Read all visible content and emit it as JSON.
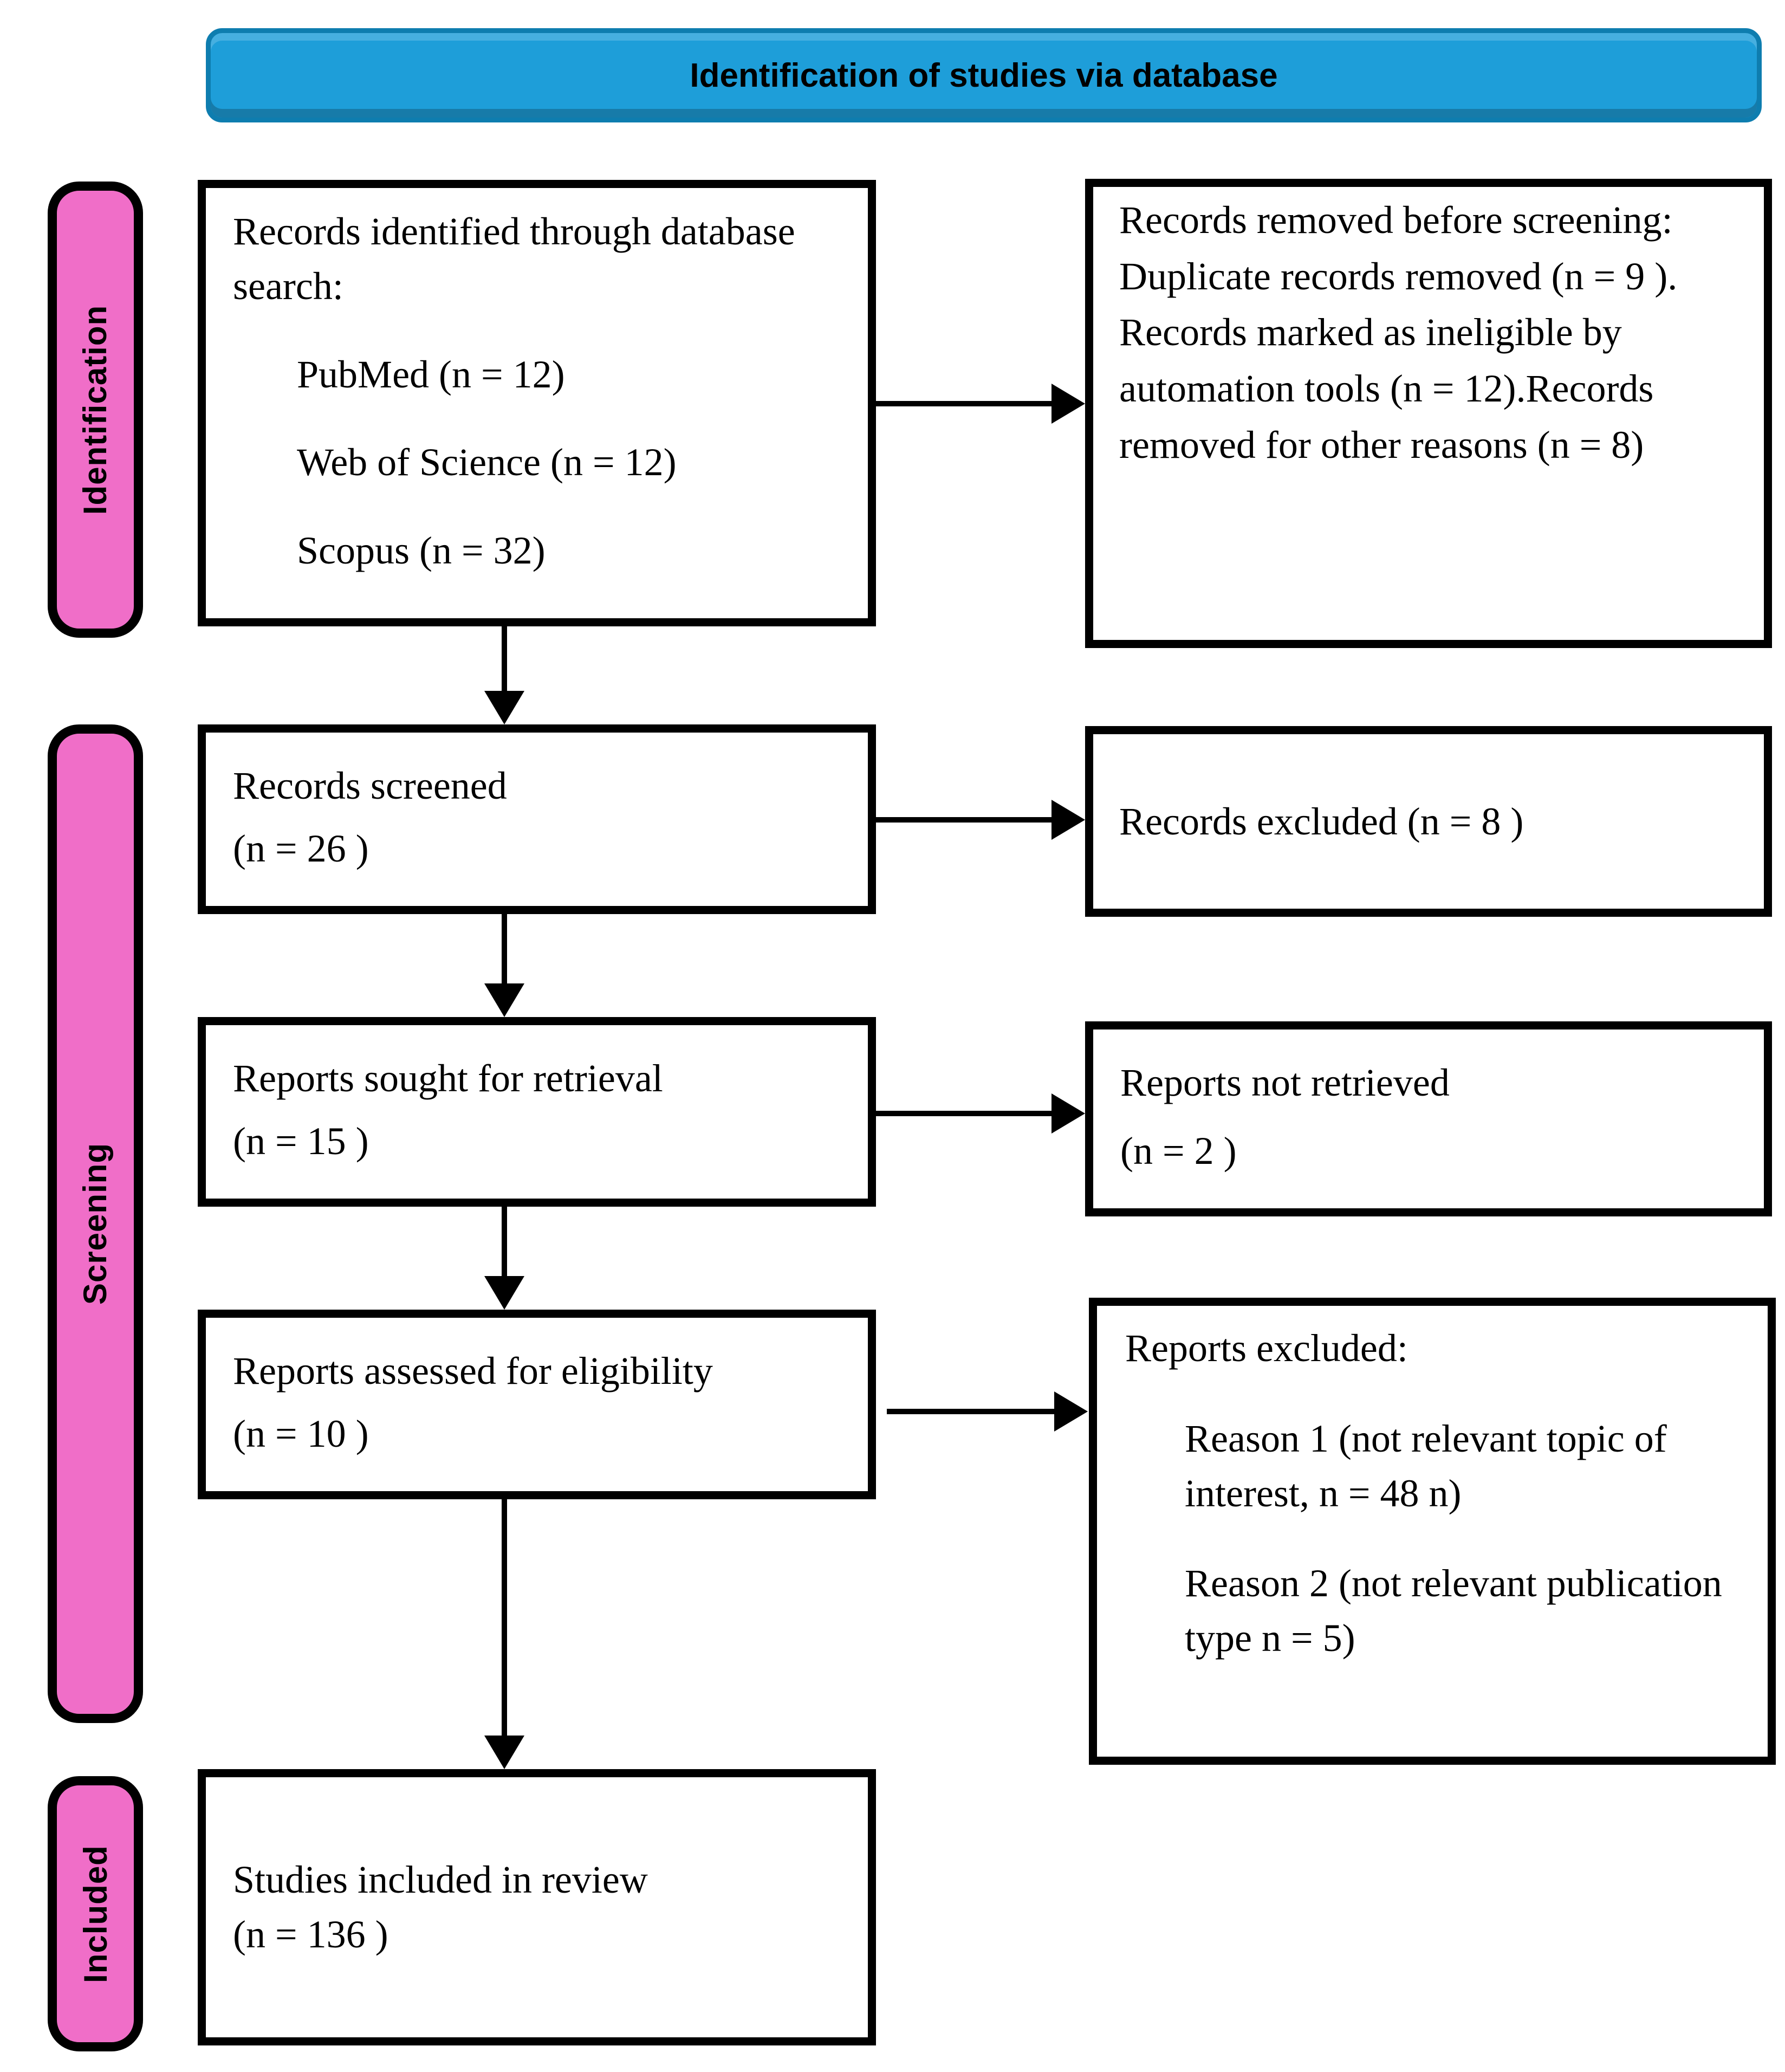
{
  "header": {
    "title": "Identification of studies via database"
  },
  "stages": {
    "identification": "Identification",
    "screening": "Screening",
    "included": "Included"
  },
  "boxes": {
    "records_identified": {
      "heading": "Records identified through database search:",
      "items": [
        "PubMed (n = 12)",
        "Web of Science (n = 12)",
        "Scopus (n = 32)"
      ]
    },
    "records_removed": {
      "lines": [
        "Records removed before screening:",
        "Duplicate records removed  (n = 9 ).",
        "Records marked as ineligible by automation tools (n = 12).Records removed for other reasons (n = 8)"
      ]
    },
    "records_screened": {
      "title": "Records screened",
      "count": "(n = 26 )"
    },
    "records_excluded": {
      "title": "Records excluded (n = 8 )"
    },
    "reports_sought": {
      "title": "Reports sought for retrieval",
      "count": "(n = 15 )"
    },
    "reports_not_retrieved": {
      "title": "Reports not retrieved",
      "count": "(n = 2 )"
    },
    "reports_assessed": {
      "title": "Reports assessed for eligibility",
      "count": "(n = 10 )"
    },
    "reports_excluded": {
      "heading": "Reports excluded:",
      "items": [
        "Reason 1 (not relevant topic of interest, n = 48 n)",
        "Reason 2 (not relevant publication type n = 5)"
      ]
    },
    "studies_included": {
      "title": "Studies included in review",
      "count": "(n = 136 )"
    }
  },
  "colors": {
    "banner_blue": "#1E9ED9",
    "banner_border_blue": "#0E7DAF",
    "stage_pink": "#F06EC8",
    "box_border": "#000000"
  }
}
